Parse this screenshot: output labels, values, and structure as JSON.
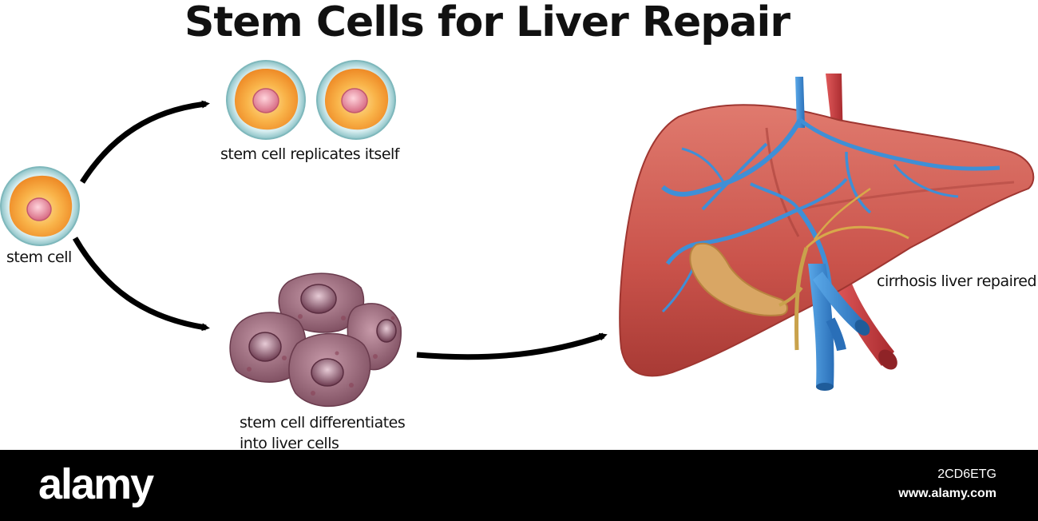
{
  "title": "Stem Cells for Liver Repair",
  "labels": {
    "stem_cell": "stem cell",
    "replicates": "stem cell replicates itself",
    "differentiates_line1": "stem cell differentiates",
    "differentiates_line2": "into liver cells",
    "liver": "cirrhosis liver repaired"
  },
  "footer": {
    "brand": "alamy",
    "image_id": "2CD6ETG",
    "site": "www.alamy.com"
  },
  "colors": {
    "cell_membrane": "#a9d3d6",
    "cell_cytoplasm": "#f7a43a",
    "cell_nucleus": "#e27b8f",
    "liver": "#c9524a",
    "vein": "#3f8fd6",
    "artery": "#c83a3c",
    "gallbladder": "#d9a664",
    "liver_cell": "#8d5a6c"
  }
}
